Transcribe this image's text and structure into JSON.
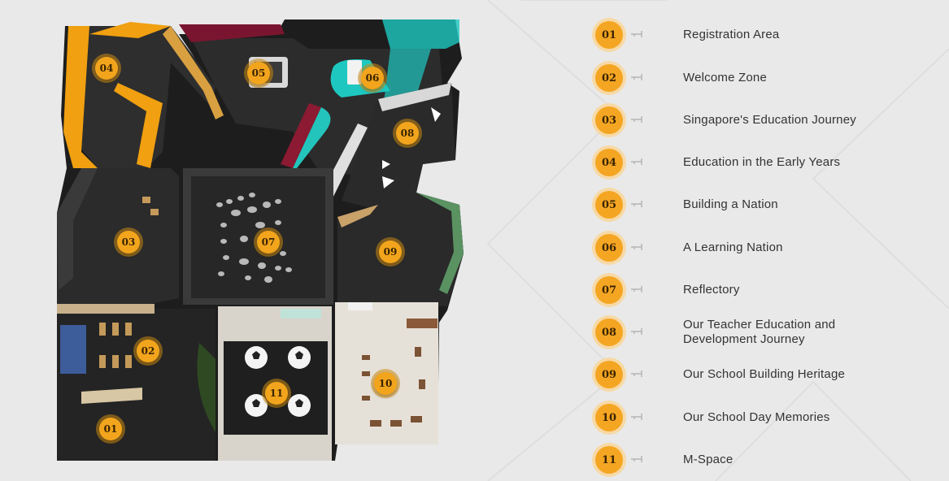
{
  "map": {
    "markers": [
      {
        "num": "01"
      },
      {
        "num": "02"
      },
      {
        "num": "03"
      },
      {
        "num": "04"
      },
      {
        "num": "05"
      },
      {
        "num": "06"
      },
      {
        "num": "07"
      },
      {
        "num": "08"
      },
      {
        "num": "09"
      },
      {
        "num": "10"
      },
      {
        "num": "11"
      }
    ]
  },
  "legend": {
    "items": [
      {
        "num": "01",
        "label": "Registration Area"
      },
      {
        "num": "02",
        "label": "Welcome Zone"
      },
      {
        "num": "03",
        "label": "Singapore's Education Journey"
      },
      {
        "num": "04",
        "label": "Education in the Early Years"
      },
      {
        "num": "05",
        "label": "Building a Nation"
      },
      {
        "num": "06",
        "label": "A Learning Nation"
      },
      {
        "num": "07",
        "label": "Reflectory"
      },
      {
        "num": "08",
        "label": "Our Teacher Education and Development Journey"
      },
      {
        "num": "09",
        "label": "Our School Building Heritage"
      },
      {
        "num": "10",
        "label": "Our School Day Memories"
      },
      {
        "num": "11",
        "label": "M-Space"
      }
    ]
  },
  "colors": {
    "marker": "#f2a51c",
    "floor": "#2b2b2b",
    "accent_yellow": "#f0a010",
    "accent_teal": "#1ec8c0",
    "accent_maroon": "#8b1a32",
    "page_bg": "#e9e9e9",
    "text": "#333333"
  }
}
